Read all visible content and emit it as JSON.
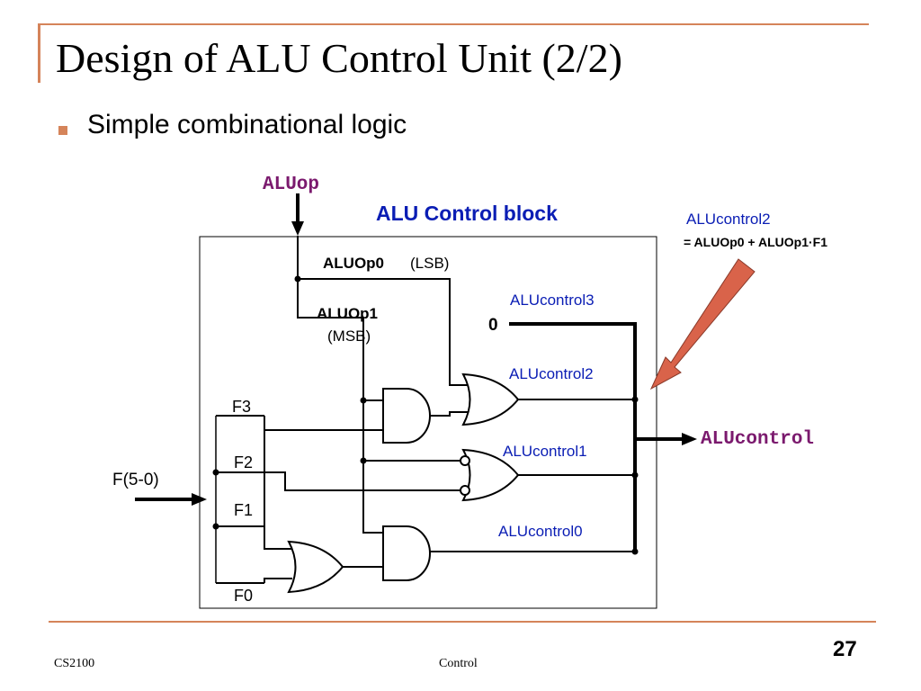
{
  "slide": {
    "title": "Design of ALU Control Unit (2/2)",
    "bullet": "Simple combinational logic"
  },
  "diagram": {
    "block_title": "ALU Control block",
    "aluop_label": "ALUop",
    "aluop0_bold": "ALUOp0",
    "aluop0_note": "(LSB)",
    "aluop1_bold": "ALUOp1",
    "aluop1_note": "(MSB)",
    "alucontrol3": "ALUcontrol3",
    "alucontrol2": "ALUcontrol2",
    "alucontrol1": "ALUcontrol1",
    "alucontrol0": "ALUcontrol0",
    "zero": "0",
    "output_label": "ALUcontrol",
    "input_label": "F(5-0)",
    "f3": "F3",
    "f2": "F2",
    "f1": "F1",
    "f0": "F0"
  },
  "callout": {
    "name": "ALUcontrol2",
    "equation": "= ALUOp0 + ALUOp1·F1",
    "arrow_color": "#d9634a"
  },
  "footer": {
    "course": "CS2100",
    "topic": "Control",
    "page": "27"
  }
}
